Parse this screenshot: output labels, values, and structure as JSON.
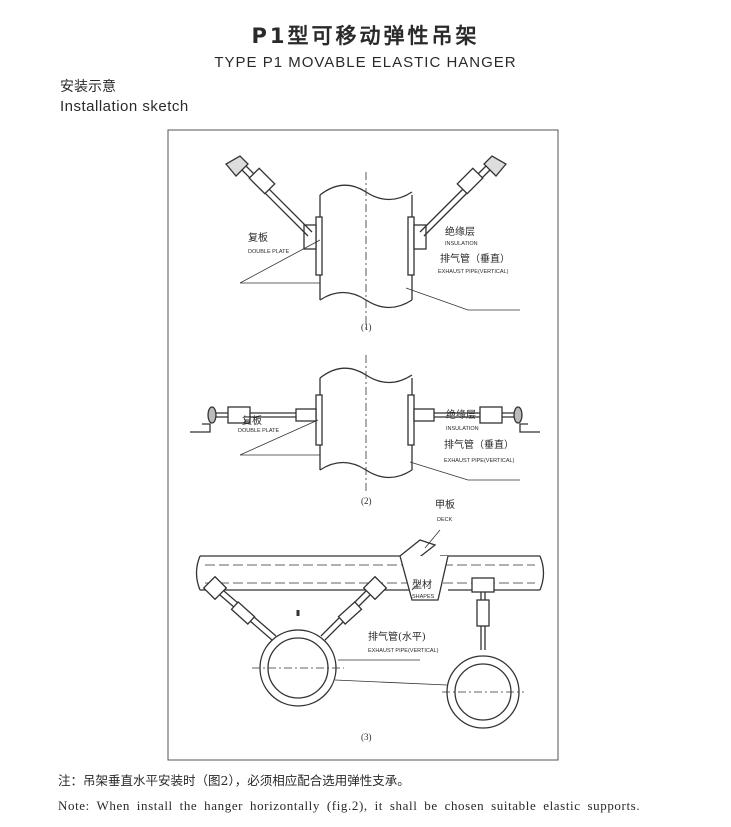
{
  "header": {
    "title_cn": "P1型可移动弹性吊架",
    "title_en": "TYPE P1 MOVABLE ELASTIC HANGER"
  },
  "section": {
    "heading_cn": "安装示意",
    "heading_en": "Installation sketch"
  },
  "diagram": {
    "fig1": {
      "number": "(1)",
      "double_plate_cn": "复板",
      "double_plate_en": "DOUBLE PLATE",
      "insulation_cn": "绝缘层",
      "insulation_en": "INSULATION",
      "exhaust_cn": "排气管（垂直）",
      "exhaust_en": "EXHAUST PIPE(VERTICAL)"
    },
    "fig2": {
      "number": "(2)",
      "double_plate_cn": "复板",
      "double_plate_en": "DOUBLE PLATE",
      "insulation_cn": "绝缘层",
      "insulation_en": "INSULATION",
      "exhaust_cn": "排气管（垂直）",
      "exhaust_en": "EXHAUST PIPE(VERTICAL)"
    },
    "fig3": {
      "number": "(3)",
      "deck_cn": "甲板",
      "deck_en": "DECK",
      "shapes_cn": "型材",
      "shapes_en": "SHAPES",
      "exhaust_cn": "排气管(水平)",
      "exhaust_en": "EXHAUST PIPE(VERTICAL)"
    }
  },
  "notes": {
    "note_cn": "注：吊架垂直水平安装时（图2），必须相应配合选用弹性支承。",
    "note_en": "Note: When install the hanger horizontally (fig.2), it shall be chosen suitable elastic supports."
  }
}
